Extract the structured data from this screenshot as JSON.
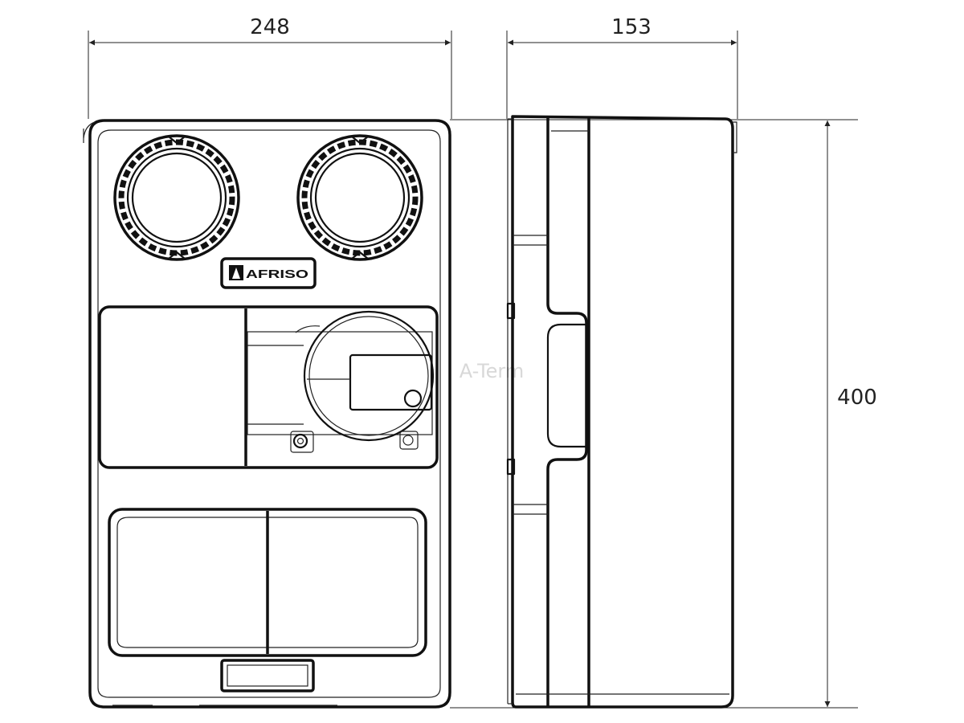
{
  "dimensions": {
    "width": "248",
    "depth": "153",
    "height": "400"
  },
  "logo": {
    "brand": "AFRISO"
  },
  "watermark": {
    "text": "A-Term"
  }
}
